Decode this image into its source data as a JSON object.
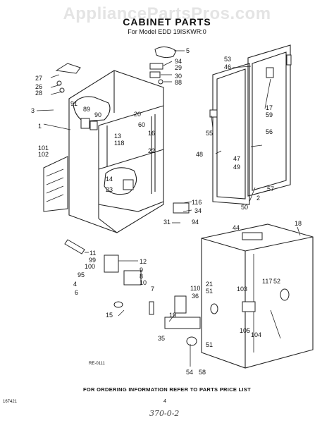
{
  "watermark": "AppliancePartsPros.com",
  "title": "CABINET PARTS",
  "subtitle": "For Model EDD 19ISKWR:0",
  "footer": "FOR ORDERING INFORMATION REFER TO PARTS PRICE LIST",
  "ref_code": "RE-0111",
  "page_code": "167421",
  "page_number": "4",
  "handwritten_note": "370-0-2",
  "part_labels": [
    "5",
    "94",
    "29",
    "30",
    "88",
    "27",
    "26",
    "28",
    "3",
    "1",
    "91",
    "89",
    "90",
    "20",
    "60",
    "16",
    "13",
    "118",
    "22",
    "101",
    "102",
    "14",
    "23",
    "53",
    "46",
    "17",
    "59",
    "55",
    "56",
    "48",
    "47",
    "49",
    "57",
    "116",
    "34",
    "94",
    "31",
    "2",
    "50",
    "18",
    "44",
    "11",
    "99",
    "100",
    "95",
    "12",
    "9",
    "8",
    "4",
    "10",
    "7",
    "6",
    "110",
    "36",
    "21",
    "51",
    "117",
    "52",
    "103",
    "15",
    "19",
    "35",
    "104",
    "105",
    "51",
    "54",
    "58"
  ]
}
